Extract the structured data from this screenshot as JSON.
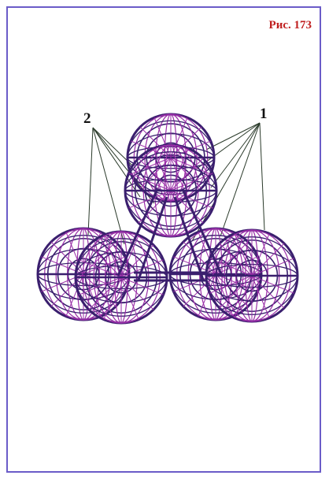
{
  "figure_label": "Рис. 173",
  "callouts": {
    "one": "1",
    "two": "2"
  },
  "colors": {
    "frame": "#6b5cc8",
    "figure_label": "#c02020",
    "outer_circle": "#3a1f6e",
    "inner_lines": "#9a2fa8",
    "leader_lines": "#2a3a2a"
  }
}
